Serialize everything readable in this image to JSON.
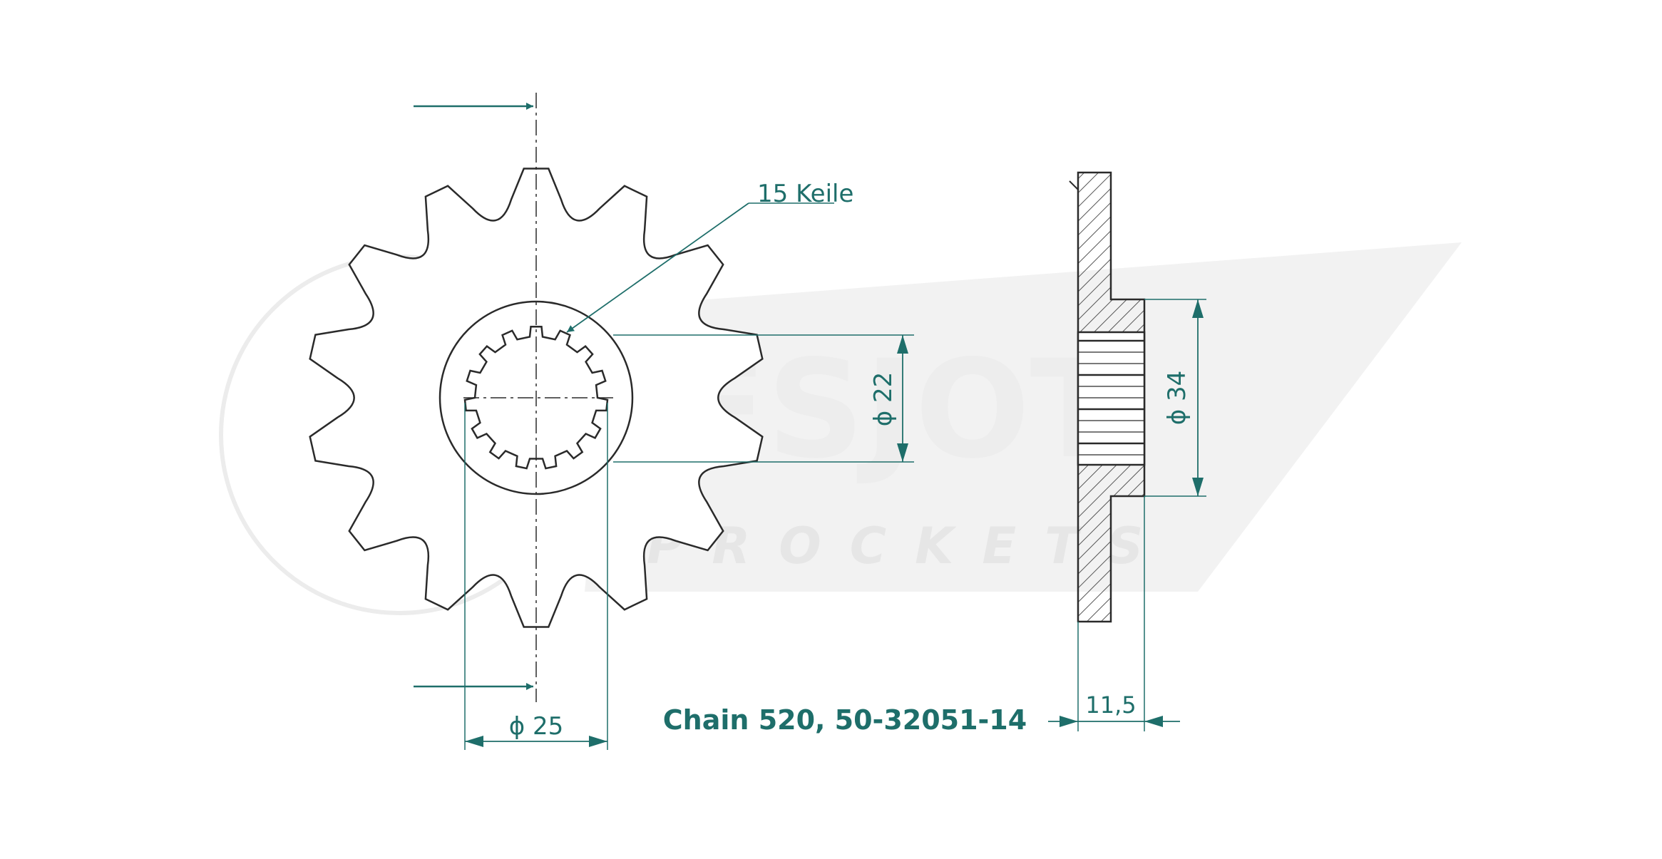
{
  "drawing": {
    "title": "Chain 520, 50-32051-14",
    "splines_label": "15 Keile",
    "dim_hub_diameter": "ϕ 22",
    "dim_bore_diameter": "ϕ 25",
    "dim_side_diameter": "ϕ 34",
    "dim_thickness": "11,5",
    "tooth_count": 14,
    "spline_count": 15
  },
  "watermark": {
    "logo_text": "ESJOT",
    "sub_text": "SPROCKETS"
  },
  "colors": {
    "outline": "#2a2a2a",
    "dimension": "#1e6e6a",
    "watermark": "#f0f0f0",
    "hatch": "#555555"
  }
}
